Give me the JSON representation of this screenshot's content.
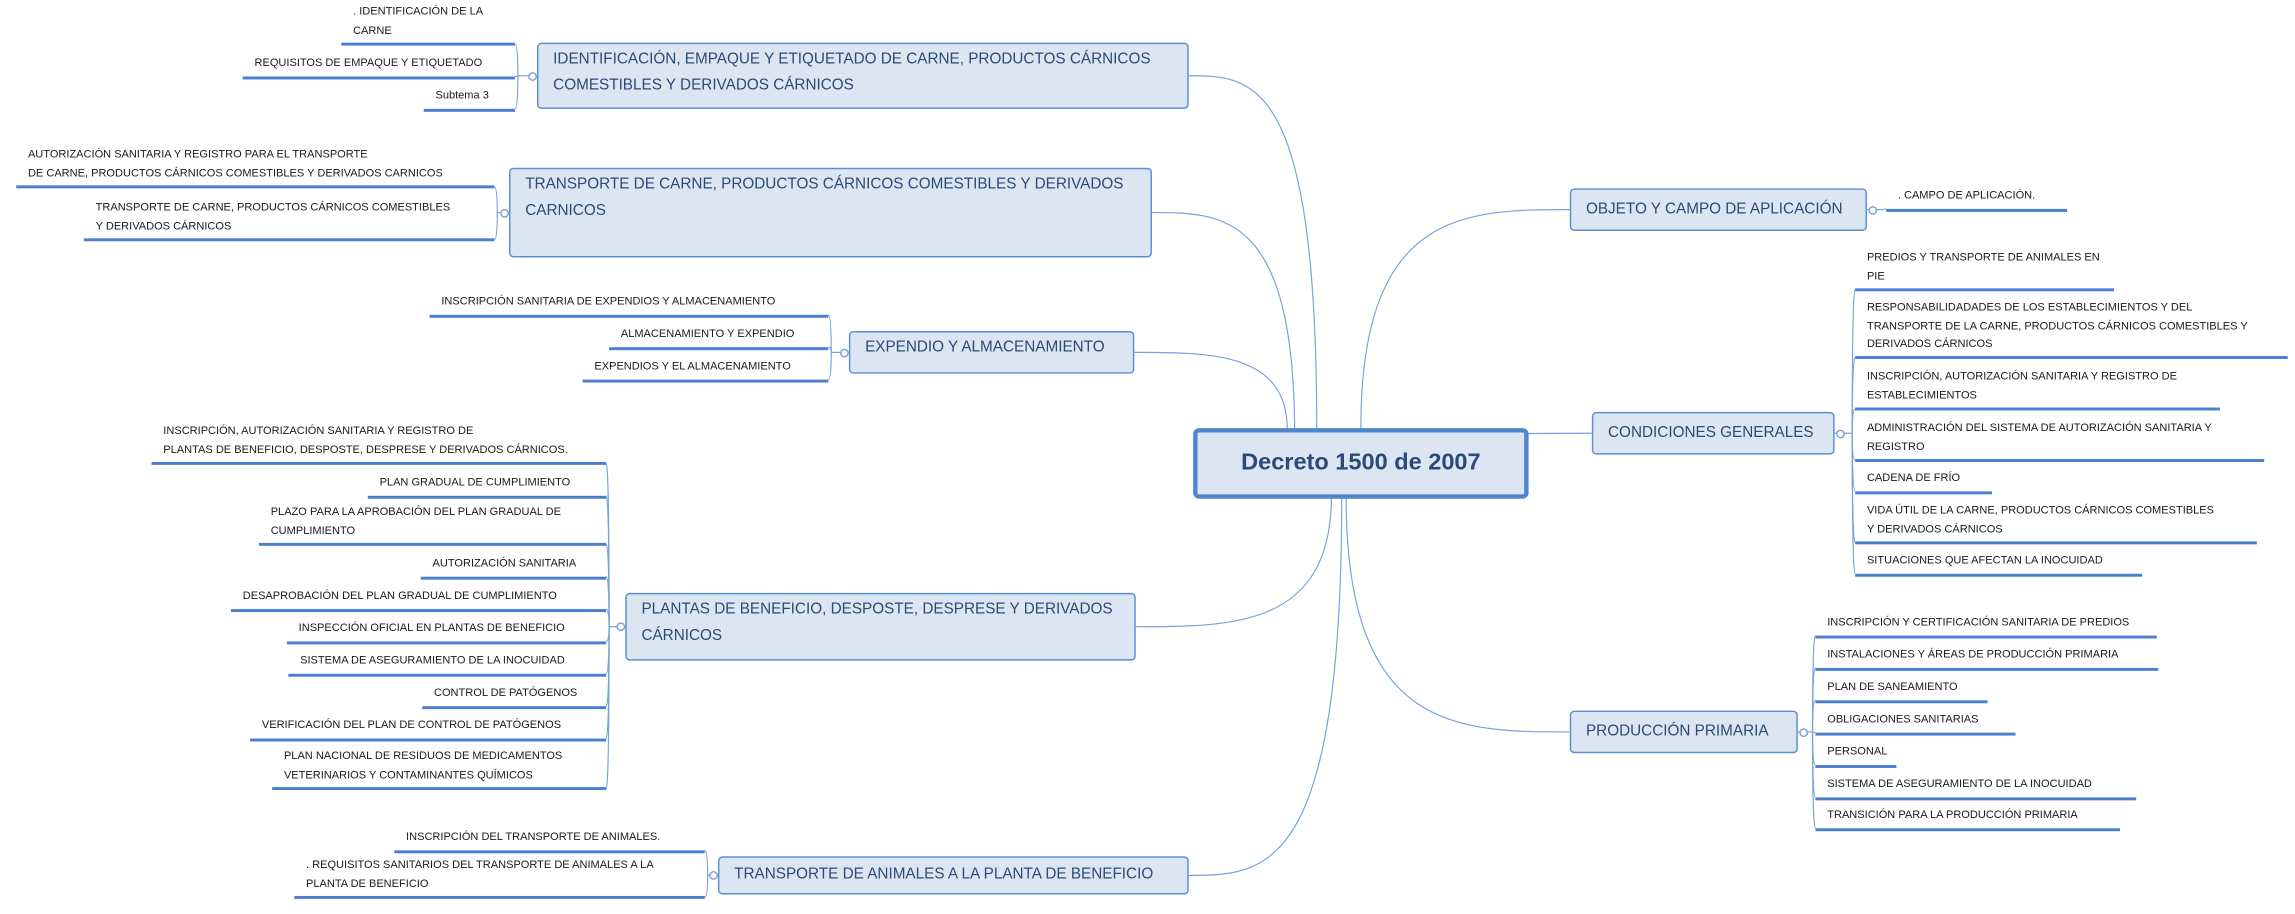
{
  "central": "Decreto 1500 de 2007",
  "left_topics": [
    {
      "label": "IDENTIFICACIÓN, EMPAQUE Y ETIQUETADO DE CARNE, PRODUCTOS CÁRNICOS COMESTIBLES Y DERIVADOS CÁRNICOS",
      "subtopics": [
        ". IDENTIFICACIÓN DE LA CARNE",
        "REQUISITOS DE EMPAQUE Y ETIQUETADO",
        "Subtema 3"
      ]
    },
    {
      "label": "TRANSPORTE DE CARNE, PRODUCTOS CÁRNICOS COMESTIBLES Y DERIVADOS CARNICOS",
      "subtopics": [
        "AUTORIZACIÓN SANITARIA Y REGISTRO PARA EL TRANSPORTE\nDE CARNE, PRODUCTOS CÁRNICOS COMESTIBLES Y DERIVADOS CARNICOS",
        "TRANSPORTE DE CARNE, PRODUCTOS CÁRNICOS COMESTIBLES\nY DERIVADOS CÁRNICOS"
      ]
    },
    {
      "label": "EXPENDIO Y ALMACENAMIENTO",
      "subtopics": [
        "INSCRIPCIÓN SANITARIA DE EXPENDIOS Y ALMACENAMIENTO",
        "ALMACENAMIENTO Y EXPENDIO",
        "EXPENDIOS Y EL ALMACENAMIENTO"
      ]
    },
    {
      "label": "PLANTAS DE BENEFICIO, DESPOSTE, DESPRESE Y DERIVADOS CÁRNICOS",
      "subtopics": [
        "INSCRIPCIÓN, AUTORIZACIÓN SANITARIA Y REGISTRO DE\nPLANTAS DE BENEFICIO, DESPOSTE, DESPRESE Y DERIVADOS CÁRNICOS.",
        "PLAN GRADUAL DE CUMPLIMIENTO",
        "PLAZO PARA LA APROBACIÓN DEL PLAN GRADUAL DE\nCUMPLIMIENTO",
        "AUTORIZACIÓN SANITARIA",
        "DESAPROBACIÓN DEL PLAN GRADUAL DE CUMPLIMIENTO",
        "INSPECCIÓN OFICIAL EN PLANTAS DE BENEFICIO",
        "SISTEMA DE ASEGURAMIENTO DE LA INOCUIDAD",
        "CONTROL DE PATÓGENOS",
        "VERIFICACIÓN DEL PLAN DE CONTROL DE PATÓGENOS",
        "PLAN NACIONAL DE RESIDUOS DE MEDICAMENTOS\nVETERINARIOS Y CONTAMINANTES QUÍMICOS"
      ]
    },
    {
      "label": "TRANSPORTE DE ANIMALES A LA PLANTA DE BENEFICIO",
      "subtopics": [
        "INSCRIPCIÓN DEL TRANSPORTE DE ANIMALES.",
        ". REQUISITOS SANITARIOS DEL TRANSPORTE DE ANIMALES A LA\nPLANTA DE BENEFICIO"
      ]
    }
  ],
  "right_topics": [
    {
      "label": "OBJETO Y CAMPO DE APLICACIÓN",
      "subtopics": [
        ". CAMPO DE APLICACIÓN."
      ]
    },
    {
      "label": "CONDICIONES GENERALES",
      "subtopics": [
        "PREDIOS Y TRANSPORTE DE ANIMALES EN PIE",
        "RESPONSABILIDADADES DE LOS ESTABLECIMIENTOS Y DEL\nTRANSPORTE DE LA CARNE, PRODUCTOS CÁRNICOS COMESTIBLES Y\nDERIVADOS CÁRNICOS",
        "INSCRIPCIÓN, AUTORIZACIÓN SANITARIA Y REGISTRO DE\nESTABLECIMIENTOS",
        "ADMINISTRACIÓN DEL SISTEMA DE AUTORIZACIÓN SANITARIA Y\nREGISTRO",
        "CADENA DE FRÍO",
        "VIDA ÚTIL DE LA CARNE, PRODUCTOS CÁRNICOS COMESTIBLES\nY DERIVADOS CÁRNICOS",
        "SITUACIONES QUE AFECTAN LA INOCUIDAD"
      ]
    },
    {
      "label": "PRODUCCIÓN PRIMARIA",
      "subtopics": [
        "INSCRIPCIÓN Y CERTIFICACIÓN SANITARIA DE PREDIOS",
        "INSTALACIONES Y ÁREAS DE PRODUCCIÓN PRIMARIA",
        "PLAN DE SANEAMIENTO",
        "OBLIGACIONES SANITARIAS",
        "PERSONAL",
        "SISTEMA DE ASEGURAMIENTO DE LA INOCUIDAD",
        "TRANSICIÓN PARA LA PRODUCCIÓN PRIMARIA"
      ]
    }
  ],
  "colors": {
    "topic_fill": "#dce6f2",
    "topic_border": "#5b8fd4",
    "underline": "#4a7fcf",
    "link": "#7aa2d8",
    "topic_text": "#2c4a75"
  }
}
